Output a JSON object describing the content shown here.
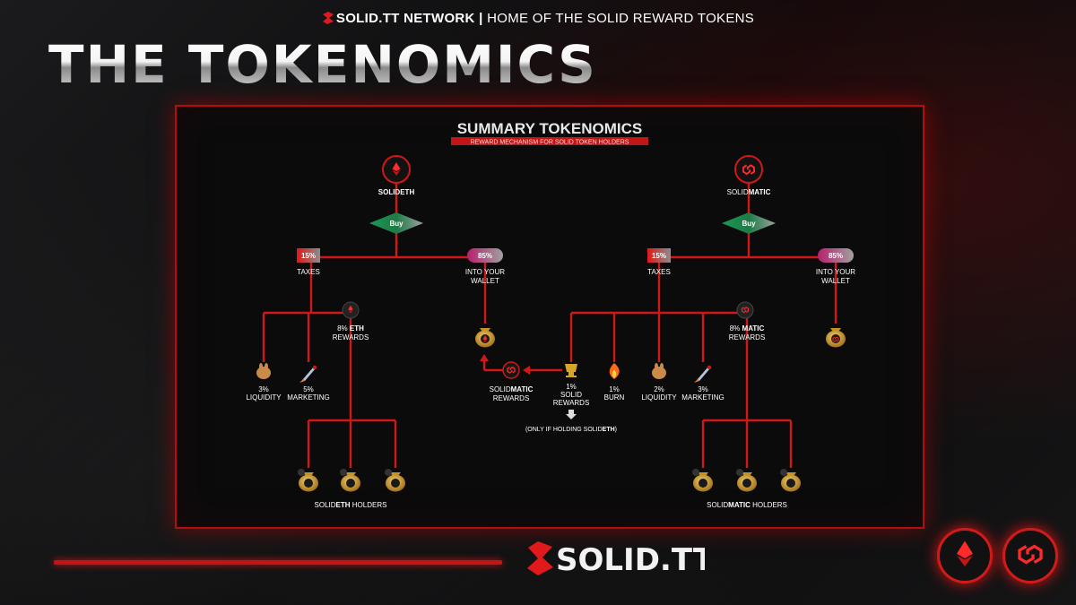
{
  "header": {
    "brand": "SOLID.TT NETWORK",
    "separator": "|",
    "tagline": "HOME OF THE SOLID REWARD TOKENS"
  },
  "title": "THE TOKENOMICS",
  "panel": {
    "title": "SUMMARY TOKENOMICS",
    "subtitle": "REWARD MECHANISM FOR SOLID TOKEN HOLDERS"
  },
  "left": {
    "token_prefix": "SOLID",
    "token_suffix": "ETH",
    "buy": "Buy",
    "tax_pct": "15%",
    "tax_label": "TAXES",
    "wallet_pct": "85%",
    "wallet_l1": "INTO YOUR",
    "wallet_l2": "WALLET",
    "rewards_l1_pct": "8%",
    "rewards_l1_tok": "ETH",
    "rewards_l2": "REWARDS",
    "liquidity_pct": "3%",
    "liquidity": "LIQUIDITY",
    "marketing_pct": "5%",
    "marketing": "MARKETING",
    "holders_prefix": "SOLID",
    "holders_tok": "ETH",
    "holders_suffix": "HOLDERS"
  },
  "right": {
    "token_prefix": "SOLID",
    "token_suffix": "MATIC",
    "buy": "Buy",
    "tax_pct": "15%",
    "tax_label": "TAXES",
    "wallet_pct": "85%",
    "wallet_l1": "INTO YOUR",
    "wallet_l2": "WALLET",
    "rewards_l1_pct": "8%",
    "rewards_l1_tok": "MATIC",
    "rewards_l2": "REWARDS",
    "solid_pct": "1%",
    "solid_l1": "SOLID",
    "solid_l2": "REWARDS",
    "burn_pct": "1%",
    "burn": "BURN",
    "liquidity_pct": "2%",
    "liquidity": "LIQUIDITY",
    "marketing_pct": "3%",
    "marketing": "MARKETING",
    "holders_prefix": "SOLID",
    "holders_tok": "MATIC",
    "holders_suffix": "HOLDERS",
    "condition_prefix": "(ONLY IF HOLDING SOLID",
    "condition_tok": "ETH",
    "condition_suffix": ")"
  },
  "middle": {
    "rewards_prefix": "SOLID",
    "rewards_tok": "MATIC",
    "rewards_l2": "REWARDS"
  },
  "footer": {
    "logo": "SOLID.TT"
  },
  "colors": {
    "accent": "#d01818",
    "buy_green": "#1f8a4c",
    "wallet_pink": "#c0307a",
    "gold": "#d4a227"
  },
  "icons": [
    "eth-icon",
    "matic-icon",
    "buy-diamond",
    "money-bag-icon",
    "pancakeswap-icon",
    "rocket-icon",
    "trophy-icon",
    "fire-icon"
  ]
}
